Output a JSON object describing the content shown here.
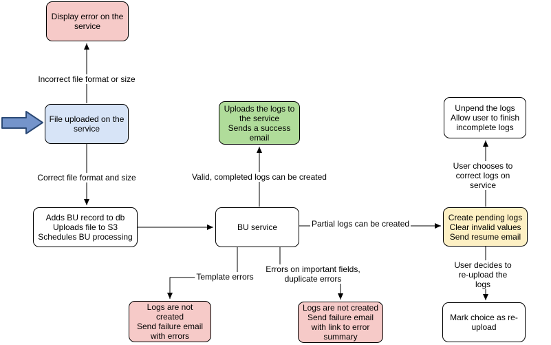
{
  "diagram": {
    "nodes": {
      "display_error": {
        "text": "Display error on the\nservice",
        "fill": "#f6cac8"
      },
      "file_uploaded": {
        "text": "File uploaded on the\nservice",
        "fill": "#d7e4f7"
      },
      "adds_bu_record": {
        "text": "Adds BU record to db\nUploads file to S3\nSchedules BU processing",
        "fill": "#ffffff"
      },
      "uploads_logs": {
        "text": "Uploads the logs to\nthe service\nSends a success\nemail",
        "fill": "#b0dc9a"
      },
      "bu_service": {
        "text": "BU service",
        "fill": "#ffffff"
      },
      "pending_logs": {
        "text": "Create pending logs\nClear invalid values\nSend resume email",
        "fill": "#fdf0c4"
      },
      "unpend_logs": {
        "text": "Unpend the logs\nAllow user to finish\nincomplete logs",
        "fill": "#ffffff"
      },
      "mark_reupload": {
        "text": "Mark choice as re-\nupload",
        "fill": "#ffffff"
      },
      "logs_not_created_errors": {
        "text": "Logs are not created\nSend failure email\nwith errors",
        "fill": "#f6cac8"
      },
      "logs_not_created_summary": {
        "text": "Logs are not created\nSend failure email\nwith link to error\nsummary",
        "fill": "#f6cac8"
      }
    },
    "edge_labels": {
      "incorrect_format": "Incorrect file format or size",
      "correct_format": "Correct file format and size",
      "valid_logs": "Valid, completed logs can be created",
      "partial_logs": "Partial logs can be created",
      "user_corrects": "User chooses to correct logs on service",
      "user_reuploads": "User decides to re-upload the logs",
      "template_errors": "Template errors",
      "important_errors": "Errors on important fields,\nduplicate errors"
    },
    "icons": {
      "input_arrow": "thick-right-arrow"
    },
    "colors": {
      "pink": "#f6cac8",
      "blue_light": "#d7e4f7",
      "green": "#b0dc9a",
      "yellow": "#fdf0c4",
      "white": "#ffffff",
      "stroke": "#000000",
      "arrow_fill": "#7494cb",
      "arrow_stroke": "#2c4a76"
    }
  }
}
